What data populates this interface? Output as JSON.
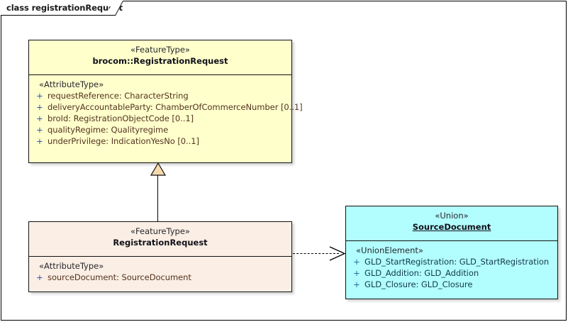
{
  "frame": {
    "label": "class registrationRequest"
  },
  "palette": {
    "yellow": "#FFFFCC",
    "peach": "#FBEEE4",
    "cyan": "#B2FDFD",
    "triangle_fill": "#F7D9AE",
    "border": "#111111",
    "visibility_blue": "#3355AA"
  },
  "classes": {
    "brocom_registration_request": {
      "stereotype": "«FeatureType»",
      "title": "brocom::RegistrationRequest",
      "compartment_stereotype": "«AttributeType»",
      "attributes": [
        {
          "visibility": "+",
          "text": "requestReference: CharacterString"
        },
        {
          "visibility": "+",
          "text": "deliveryAccountableParty: ChamberOfCommerceNumber [0..1]"
        },
        {
          "visibility": "+",
          "text": "broId: RegistrationObjectCode [0..1]"
        },
        {
          "visibility": "+",
          "text": "qualityRegime: Qualityregime"
        },
        {
          "visibility": "+",
          "text": "underPrivilege: IndicationYesNo [0..1]"
        }
      ]
    },
    "registration_request": {
      "stereotype": "«FeatureType»",
      "title": "RegistrationRequest",
      "compartment_stereotype": "«AttributeType»",
      "attributes": [
        {
          "visibility": "+",
          "text": "sourceDocument: SourceDocument"
        }
      ]
    },
    "source_document": {
      "stereotype": "«Union»",
      "title": "SourceDocument",
      "compartment_stereotype": "«UnionElement»",
      "attributes": [
        {
          "visibility": "+",
          "text": "GLD_StartRegistration: GLD_StartRegistration"
        },
        {
          "visibility": "+",
          "text": "GLD_Addition: GLD_Addition"
        },
        {
          "visibility": "+",
          "text": "GLD_Closure: GLD_Closure"
        }
      ]
    }
  },
  "connectors": {
    "generalization": {
      "name": "generalization",
      "from": "RegistrationRequest",
      "to": "brocom::RegistrationRequest",
      "style": "solid-hollow-triangle"
    },
    "dependency": {
      "name": "dependency",
      "from": "RegistrationRequest",
      "to": "SourceDocument",
      "style": "dashed-open-arrow"
    }
  }
}
